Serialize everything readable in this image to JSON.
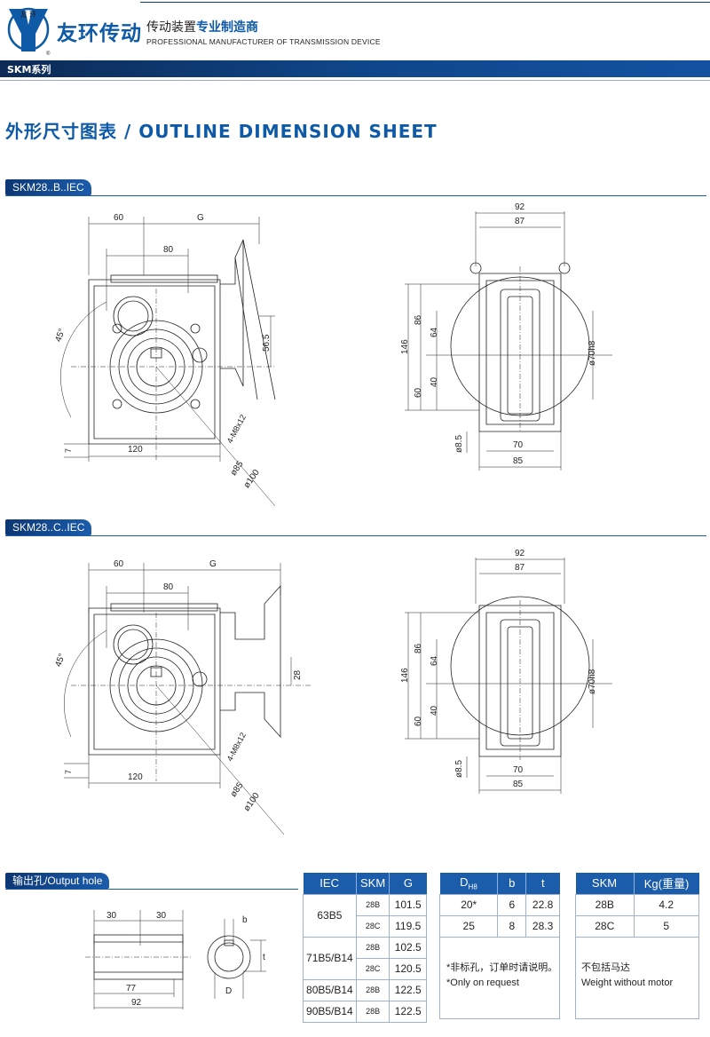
{
  "header": {
    "brand_cn": "友环传动",
    "logo_text": "友 环",
    "tagline_cn_plain": "传动装置",
    "tagline_cn_bold": "专业制造商",
    "tagline_en": "PROFESSIONAL MANUFACTURER OF TRANSMISSION DEVICE",
    "series": "SKM系列"
  },
  "page_title": "外形尺寸图表 / OUTLINE DIMENSION SHEET",
  "sections": {
    "b": "SKM28..B..IEC",
    "c": "SKM28..C..IEC",
    "output": "输出孔/Output hole"
  },
  "dims_b": {
    "d60": "60",
    "dG": "G",
    "d80": "80",
    "d45": "45°",
    "d56": "56.5",
    "d7": "7",
    "d120": "120",
    "m8": "4-M8x12",
    "d85": "ø85",
    "d100": "ø100",
    "d92": "92",
    "d87": "87",
    "d86": "86",
    "d64": "64",
    "d146": "146",
    "d40": "40",
    "d60b": "60",
    "d70h8": "ø70h8",
    "d8": "ø8.5",
    "d70": "70",
    "d85w": "85"
  },
  "dims_c": {
    "d60": "60",
    "dG": "G",
    "d80": "80",
    "d45": "45°",
    "d28": "28",
    "d7": "7",
    "d120": "120",
    "m8": "4-M8x12",
    "d85": "ø85",
    "d100": "ø100",
    "d92": "92",
    "d87": "87",
    "d86": "86",
    "d64": "64",
    "d146": "146",
    "d40": "40",
    "d60b": "60",
    "d70h8": "ø70h8",
    "d8": "ø8.5",
    "d70": "70",
    "d85w": "85"
  },
  "hole": {
    "d30a": "30",
    "d30b": "30",
    "d77": "77",
    "d92": "92",
    "b": "b",
    "t": "t",
    "D": "D"
  },
  "iec_table": {
    "headers": [
      "IEC",
      "SKM",
      "G"
    ],
    "rows": [
      [
        "63B5",
        "28B",
        "101.5"
      ],
      [
        "",
        "28C",
        "119.5"
      ],
      [
        "71B5/B14",
        "28B",
        "102.5"
      ],
      [
        "",
        "28C",
        "120.5"
      ],
      [
        "80B5/B14",
        "28B",
        "122.5"
      ],
      [
        "90B5/B14",
        "28B",
        "122.5"
      ]
    ]
  },
  "hole_table": {
    "headers": [
      "D",
      "b",
      "t"
    ],
    "header_sub": "H8",
    "rows": [
      [
        "20*",
        "6",
        "22.8"
      ],
      [
        "25",
        "8",
        "28.3"
      ]
    ],
    "note_cn": "*非标孔，订单时请说明。",
    "note_en": "*Only on request"
  },
  "weight_table": {
    "headers": [
      "SKM",
      "Kg(重量)"
    ],
    "rows": [
      [
        "28B",
        "4.2"
      ],
      [
        "28C",
        "5"
      ]
    ],
    "note_cn": "不包括马达",
    "note_en": "Weight without motor"
  },
  "colors": {
    "brand": "#0e5aa7",
    "bar": "#1b5cab",
    "dark": "#0c2a55"
  }
}
